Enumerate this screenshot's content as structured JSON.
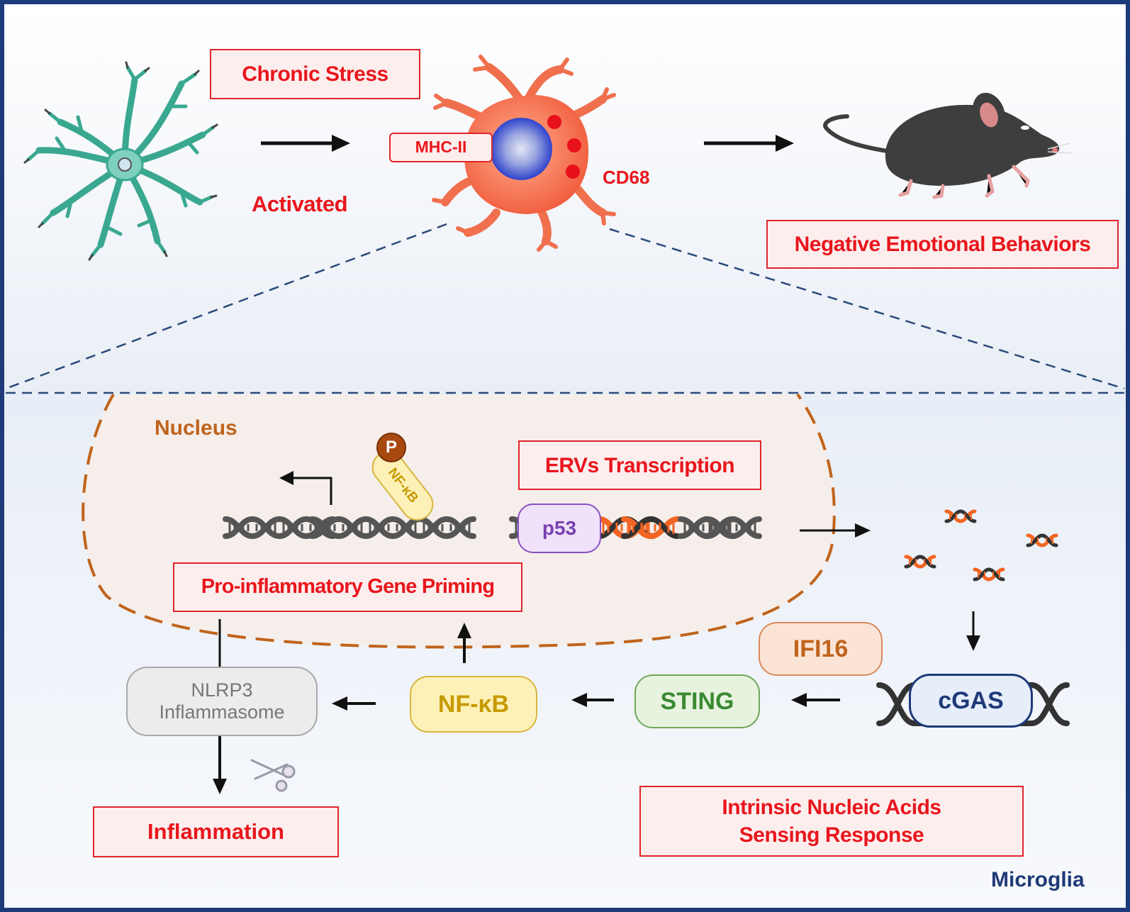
{
  "top": {
    "chronic_stress": "Chronic Stress",
    "activated": "Activated",
    "mhc_ii": "MHC-II",
    "cd68": "CD68",
    "negative_behaviors": "Negative Emotional Behaviors"
  },
  "bottom": {
    "nucleus": "Nucleus",
    "phospho": "P",
    "nfkb_tag": "NF-κB",
    "erv_transcription": "ERVs Transcription",
    "p53": "p53",
    "priming": "Pro-inflammatory Gene Priming",
    "ifi16": "IFI16",
    "cgas": "cGAS",
    "sting": "STING",
    "nfkb": "NF-κB",
    "nlrp3_line1": "NLRP3",
    "nlrp3_line2": "Inflammasome",
    "inflammation": "Inflammation",
    "sensing_line1": "Intrinsic Nucleic Acids",
    "sensing_line2": "Sensing Response",
    "microglia": "Microglia"
  },
  "colors": {
    "frame": "#1f3a78",
    "red_text": "#e8161c",
    "nucleus_border": "#c0641c",
    "nucleus_fill": "#f5eeea",
    "dna_gray": "#5a5a5a",
    "dna_orange": "#f26522",
    "sting_green": "#3a8a32",
    "nfkb_gold": "#c79a00",
    "cgas_navy": "#1f3a78",
    "ifi16_orange": "#c0641c",
    "p53_purple": "#7a3fb0",
    "astrocyte_teal": "#3aa890"
  },
  "icons": [
    "resting-microglia-icon",
    "activated-microglia-icon",
    "mouse-icon",
    "dna-icon",
    "scissors-icon",
    "arrow-icon"
  ]
}
